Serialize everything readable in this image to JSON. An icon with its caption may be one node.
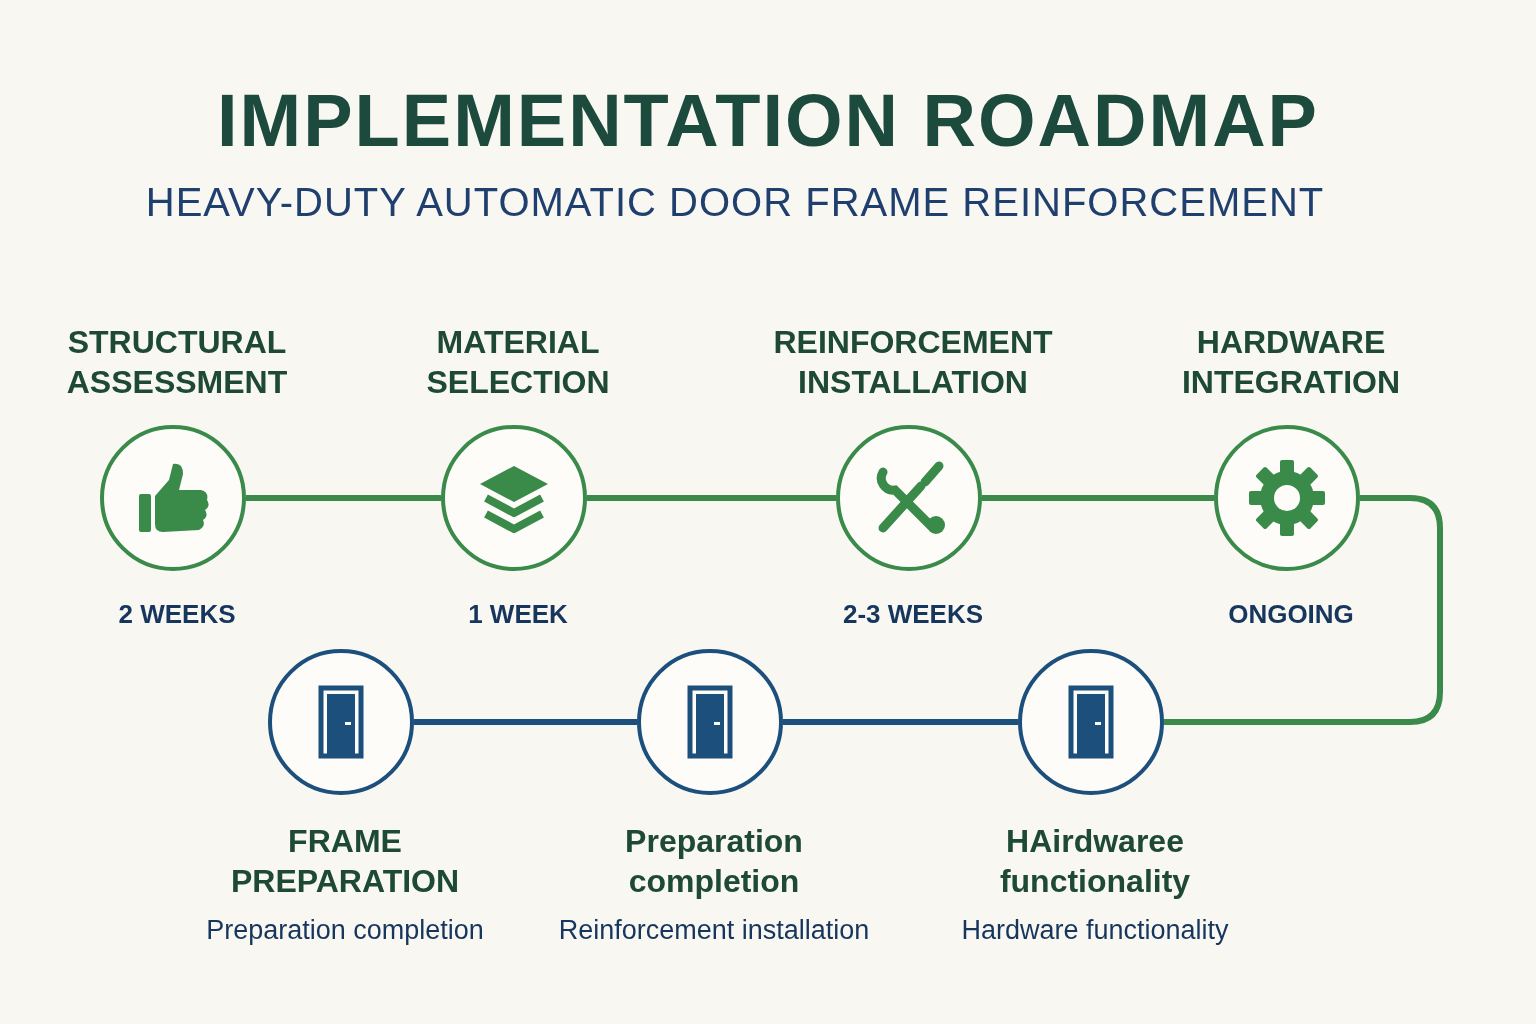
{
  "diagram": {
    "title": "IMPLEMENTATION ROADMAP",
    "labels": [
      "HEAVY-DUTY AUTOMATIC DOOR FRAME REINFORCEMENT"
    ],
    "nodes": [
      {
        "text": [
          "STRUCTURAL ASSESSMENT"
        ],
        "beside": [
          "2 WEEKS"
        ]
      },
      {
        "text": [
          "MATERIAL SELECTION"
        ],
        "beside": [
          "1 WEEK"
        ]
      },
      {
        "text": [
          "REINFORCEMENT INSTALLATION"
        ],
        "beside": [
          "2-3 WEEKS"
        ]
      },
      {
        "text": [
          "HARDWARE INTEGRATION"
        ],
        "beside": [
          "ONGOING"
        ]
      },
      {
        "text": [
          "FRAME PREPARATION",
          "Preparation completion"
        ]
      },
      {
        "text": [
          "Preparation completion",
          "Reinforcement installation"
        ]
      },
      {
        "text": [
          "HAirdwaree functionality",
          "Hardware functionality"
        ]
      }
    ],
    "edges": [
      {
        "from": 0,
        "to": 1,
        "arrow": "none"
      },
      {
        "from": 1,
        "to": 2,
        "arrow": "none"
      },
      {
        "from": 2,
        "to": 3,
        "arrow": "none"
      },
      {
        "from": 3,
        "to": 6,
        "arrow": "none"
      },
      {
        "from": 6,
        "to": 5,
        "arrow": "none",
        "color": "#1d4f7c"
      },
      {
        "from": 5,
        "to": 4,
        "arrow": "none",
        "color": "#1d4f7c"
      }
    ]
  }
}
